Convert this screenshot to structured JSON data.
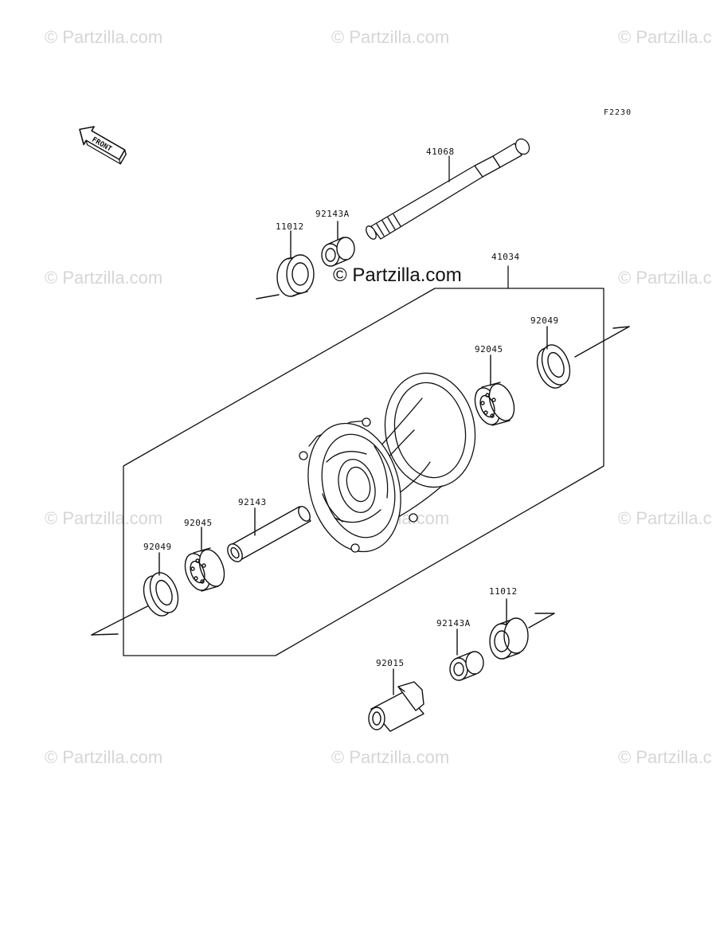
{
  "diagram_code": "F2230",
  "front_arrow_label": "FRONT",
  "watermark_text": "© Partzilla.com",
  "center_watermark_text": "© Partzilla.com",
  "parts": [
    {
      "label": "41068"
    },
    {
      "label": "92143A"
    },
    {
      "label": "11012"
    },
    {
      "label": "41034"
    },
    {
      "label": "92049"
    },
    {
      "label": "92045"
    },
    {
      "label": "92143"
    },
    {
      "label": "92045"
    },
    {
      "label": "92049"
    },
    {
      "label": "11012"
    },
    {
      "label": "92143A"
    },
    {
      "label": "92015"
    }
  ]
}
